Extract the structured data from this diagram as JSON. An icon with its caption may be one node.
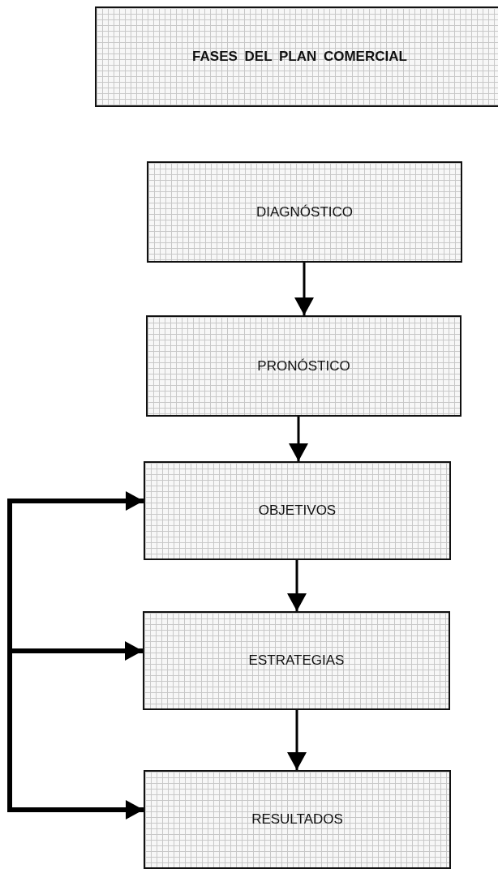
{
  "diagram": {
    "nodes": [
      {
        "text": [
          "FASES DEL PLAN COMERCIAL"
        ]
      },
      {
        "text": [
          "DIAGNÓSTICO"
        ]
      },
      {
        "text": [
          "PRONÓSTICO"
        ]
      },
      {
        "text": [
          "OBJETIVOS"
        ]
      },
      {
        "text": [
          "ESTRATEGIAS"
        ]
      },
      {
        "text": [
          "RESULTADOS"
        ]
      }
    ],
    "edges": [
      {
        "from": 1,
        "to": 2,
        "arrow": "to"
      },
      {
        "from": 2,
        "to": 3,
        "arrow": "to"
      },
      {
        "from": 3,
        "to": 4,
        "arrow": "to"
      },
      {
        "from": 4,
        "to": 5,
        "arrow": "to"
      },
      {
        "from": null,
        "to": 3,
        "arrow": "to",
        "style": "thick"
      },
      {
        "from": null,
        "to": 4,
        "arrow": "to",
        "style": "thick"
      },
      {
        "from": null,
        "to": 5,
        "arrow": "to",
        "style": "thick"
      }
    ]
  }
}
